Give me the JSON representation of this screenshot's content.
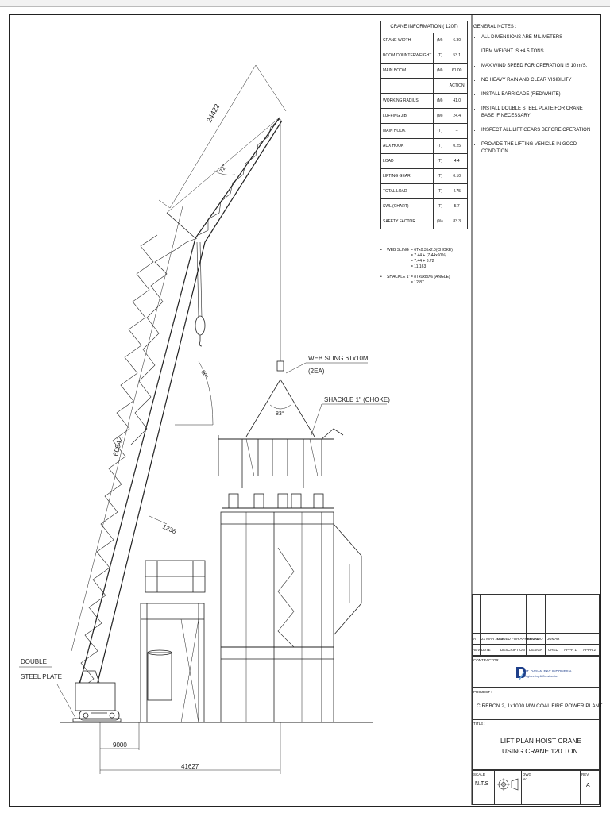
{
  "crane_info": {
    "title": "CRANE INFORMATION ( 120T)",
    "rows": [
      {
        "label": "CRANE WIDTH",
        "unit": "(M)",
        "value": "6.30"
      },
      {
        "label": "BOOM COUNTERWEIGHT",
        "unit": "(T)",
        "value": "53.1"
      },
      {
        "label": "MAIN BOOM",
        "unit": "(M)",
        "value": "61.00"
      }
    ],
    "action_header": "ACTION",
    "action_rows": [
      {
        "label": "WORKING RADIUS",
        "unit": "(M)",
        "value": "41.0"
      },
      {
        "label": "LUFFING JIB",
        "unit": "(M)",
        "value": "24.4"
      },
      {
        "label": "MAIN HOOK",
        "unit": "(T)",
        "value": "–"
      },
      {
        "label": "AUX HOOK",
        "unit": "(T)",
        "value": "0.25"
      },
      {
        "label": "LOAD",
        "unit": "(T)",
        "value": "4.4"
      },
      {
        "label": "LIFTING GEAR",
        "unit": "(T)",
        "value": "0.10"
      },
      {
        "label": "TOTAL LOAD",
        "unit": "(T)",
        "value": "4.75"
      },
      {
        "label": "SWL (CHART)",
        "unit": "(T)",
        "value": "5.7"
      },
      {
        "label": "SAFETY FACTOR",
        "unit": "(%)",
        "value": "83.3"
      }
    ]
  },
  "general_notes": {
    "title": "GENERAL NOTES :",
    "items": [
      "ALL DIMENSIONS ARE MILIMETERS",
      "ITEM WEIGHT IS ±4.5 TONS",
      "MAX WIND SPEED FOR OPERATION IS 10 m/S.",
      "NO HEAVY RAIN AND CLEAR VISIBILITY",
      "INSTALL BARRICADE (RED/WHITE)",
      "INSTALL DOUBLE STEEL PLATE FOR CRANE BASE IF NECESSARY",
      "INSPECT ALL LIFT GEARS BEFORE OPERATION",
      "PROVIDE THE LIFTING VEHICLE IN GOOD CONDITION"
    ]
  },
  "calc": {
    "web_sling": {
      "label": "WEB SLING",
      "lines": [
        "= 6Tx0.35x2.0(CHOKE)",
        "= 7.44 + (7.44x60%)",
        "= 7.44 + 3.72",
        "= 11.163"
      ]
    },
    "shackle": {
      "label": "SHACKLE 1\"",
      "lines": [
        "= 8Tx0x80% (ANGLE)",
        "= 12.87"
      ]
    }
  },
  "drawing": {
    "dim_jib": "24422",
    "dim_boom": "60942",
    "dim_1236": "1236",
    "dim_9000": "9000",
    "dim_41627": "41627",
    "angle_jib": "72°",
    "angle_boom": "80°",
    "angle_sling": "83°",
    "label_web_sling": "WEB SLING 6Tx10M",
    "label_web_sling_qty": "(2EA)",
    "label_shackle": "SHACKLE 1\" (CHOKE)",
    "label_double_steel_1": "DOUBLE",
    "label_double_steel_2": "STEEL PLATE"
  },
  "title_block": {
    "rev_row": {
      "rev": "A",
      "date": "23 MAR 2023",
      "desc": "ISSUED FOR APPROVAL",
      "design": "BEONDO",
      "check": "JUMAR"
    },
    "rev_headers": [
      "REV",
      "DATE",
      "DESCRIPTION",
      "DESIGN",
      "CHKD",
      "APPR 1",
      "APPR 2"
    ],
    "contractor_label": "CONTRACTOR :",
    "company": "PT. DASAN E&C INDONESIA",
    "company_sub": "Engineering & Construction",
    "project_label": "PROJECT :",
    "project": "CIREBON 2, 1x1000 MW COAL FIRE POWER PLANT",
    "title_label": "TITLE :",
    "title_line1": "LIFT PLAN HOIST CRANE",
    "title_line2": "USING CRANE 120 TON",
    "scale_label": "SCALE",
    "scale": "N.T.S",
    "dwg_label": "DWG",
    "no_label": "No.",
    "rev_label": "REV",
    "rev": "A",
    "colors": {
      "logo_blue": "#1e3f8a"
    }
  }
}
